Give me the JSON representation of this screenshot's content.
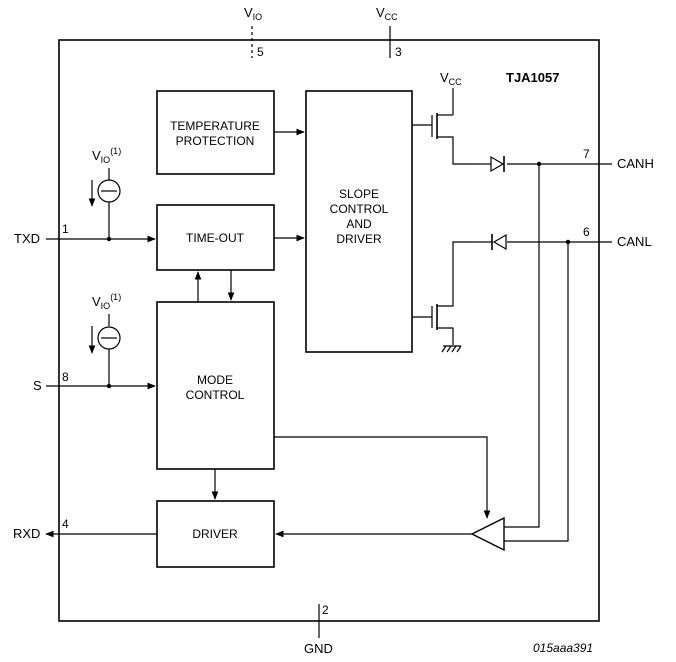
{
  "chip_name": "TJA1057",
  "blocks": {
    "temperature_protection": [
      "TEMPERATURE",
      "PROTECTION"
    ],
    "time_out": "TIME-OUT",
    "mode_control": [
      "MODE",
      "CONTROL"
    ],
    "driver": "DRIVER",
    "slope_control": [
      "SLOPE",
      "CONTROL",
      "AND",
      "DRIVER"
    ]
  },
  "pins": {
    "vio": {
      "name": "V",
      "sub": "IO",
      "number": "5"
    },
    "vcc": {
      "name": "V",
      "sub": "CC",
      "number": "3"
    },
    "txd": {
      "name": "TXD",
      "number": "1"
    },
    "s": {
      "name": "S",
      "number": "8"
    },
    "rxd": {
      "name": "RXD",
      "number": "4"
    },
    "gnd": {
      "name": "GND",
      "number": "2"
    },
    "canh": {
      "name": "CANH",
      "number": "7"
    },
    "canl": {
      "name": "CANL",
      "number": "6"
    }
  },
  "internal_supply": {
    "name": "V",
    "sub": "IO",
    "note": "(1)"
  },
  "internal_vcc": {
    "name": "V",
    "sub": "CC"
  },
  "figure_code": "015aaa391"
}
